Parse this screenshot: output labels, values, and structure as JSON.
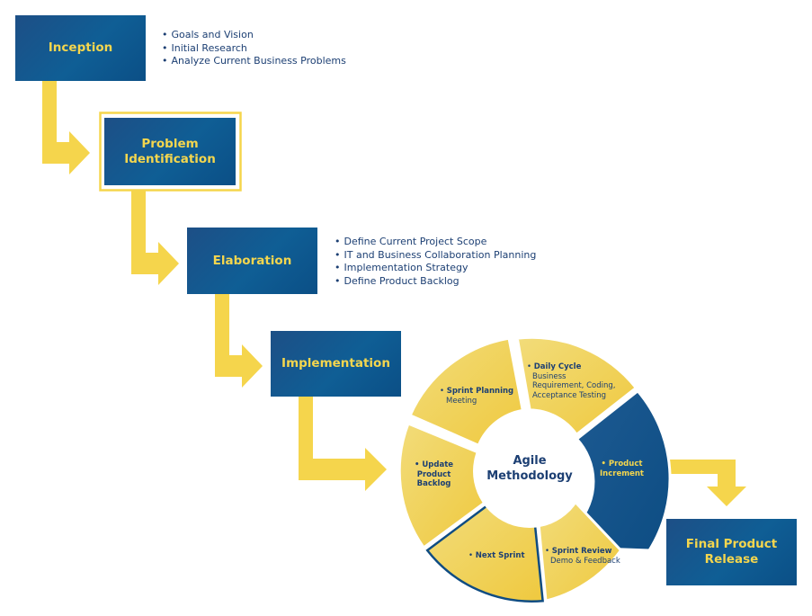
{
  "stages": {
    "inception": "Inception",
    "problem_identification": [
      "Problem",
      "Identification"
    ],
    "elaboration": "Elaboration",
    "implementation": "Implementation",
    "final_release": [
      "Final Product",
      "Release"
    ]
  },
  "inception_notes": [
    "Goals and Vision",
    "Initial Research",
    "Analyze Current Business Problems"
  ],
  "elaboration_notes": [
    "Define Current Project Scope",
    "IT and Business Collaboration Planning",
    "Implementation Strategy",
    "Define Product Backlog"
  ],
  "cycle": {
    "center": [
      "Agile",
      "Methodology"
    ],
    "sprint_planning": {
      "title": "Sprint Planning",
      "sub": "Meeting"
    },
    "daily_cycle": {
      "title": "Daily Cycle",
      "sub1": "Business",
      "sub2": "Requirement, Coding,",
      "sub3": "Acceptance Testing"
    },
    "product_increment": {
      "title1": "Product",
      "title2": "Increment"
    },
    "sprint_review": {
      "title": "Sprint Review",
      "sub": "Demo & Feedback"
    },
    "next_sprint": {
      "title": "Next Sprint"
    },
    "update_backlog": {
      "title1": "Update",
      "title2": "Product",
      "title3": "Backlog"
    }
  },
  "colors": {
    "navy": "#0f5e95",
    "yellow": "#f4d64e",
    "arrow": "#f5d54c",
    "text": "#1c3f73"
  }
}
